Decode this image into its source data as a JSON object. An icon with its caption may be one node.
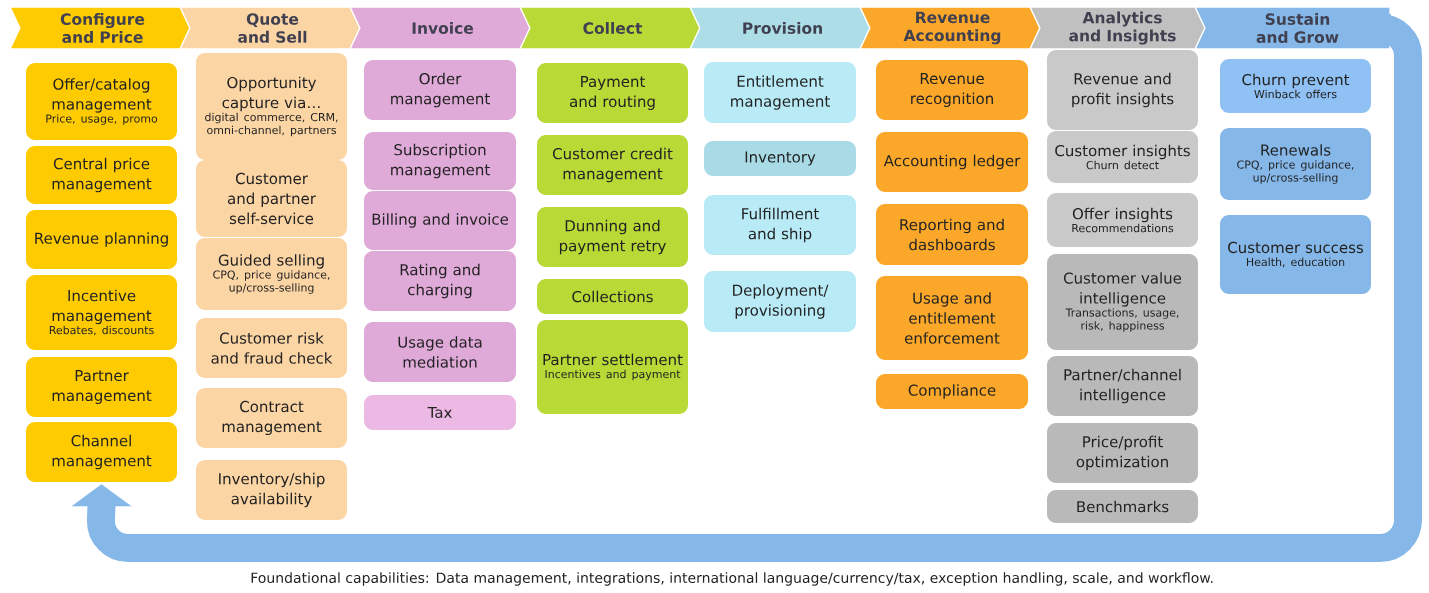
{
  "diagram": {
    "nodes": [
      {
        "text": [
          "Configure and Price"
        ]
      },
      {
        "text": [
          "Quote and Sell"
        ]
      },
      {
        "text": [
          "Invoice"
        ]
      },
      {
        "text": [
          "Collect"
        ]
      },
      {
        "text": [
          "Provision"
        ]
      },
      {
        "text": [
          "Revenue Accounting"
        ]
      },
      {
        "text": [
          "Analytics and Insights"
        ]
      },
      {
        "text": [
          "Sustain and Grow"
        ]
      },
      {
        "text": [
          "Offer/catalog management",
          "Price, usage, promo"
        ]
      },
      {
        "text": [
          "Central price management"
        ]
      },
      {
        "text": [
          "Revenue planning"
        ]
      },
      {
        "text": [
          "Incentive management",
          "Rebates, discounts"
        ]
      },
      {
        "text": [
          "Partner management"
        ]
      },
      {
        "text": [
          "Channel management"
        ]
      },
      {
        "text": [
          "Opportunity capture via…",
          "digital commerce, CRM, omni-channel, partners"
        ]
      },
      {
        "text": [
          "Customer and partner self-service"
        ]
      },
      {
        "text": [
          "Guided selling",
          "CPQ, price guidance, up/cross-selling"
        ]
      },
      {
        "text": [
          "Customer risk and fraud check"
        ]
      },
      {
        "text": [
          "Contract management"
        ]
      },
      {
        "text": [
          "Inventory/ship availability"
        ]
      },
      {
        "text": [
          "Order management"
        ]
      },
      {
        "text": [
          "Subscription management"
        ]
      },
      {
        "text": [
          "Billing and invoice"
        ]
      },
      {
        "text": [
          "Rating and charging"
        ]
      },
      {
        "text": [
          "Usage data mediation"
        ]
      },
      {
        "text": [
          "Tax"
        ]
      },
      {
        "text": [
          "Payment and routing"
        ]
      },
      {
        "text": [
          "Customer credit management"
        ]
      },
      {
        "text": [
          "Dunning and payment retry"
        ]
      },
      {
        "text": [
          "Collections"
        ]
      },
      {
        "text": [
          "Partner settlement",
          "Incentives and payment"
        ]
      },
      {
        "text": [
          "Entitlement management"
        ]
      },
      {
        "text": [
          "Inventory"
        ]
      },
      {
        "text": [
          "Fulfillment and ship"
        ]
      },
      {
        "text": [
          "Deployment/ provisioning"
        ]
      },
      {
        "text": [
          "Revenue recognition"
        ]
      },
      {
        "text": [
          "Accounting ledger"
        ]
      },
      {
        "text": [
          "Reporting and dashboards"
        ]
      },
      {
        "text": [
          "Usage and entitlement enforcement"
        ]
      },
      {
        "text": [
          "Compliance"
        ]
      },
      {
        "text": [
          "Revenue and profit insights"
        ]
      },
      {
        "text": [
          "Customer insights",
          "Churn detect"
        ]
      },
      {
        "text": [
          "Offer insights",
          "Recommendations"
        ]
      },
      {
        "text": [
          "Customer value intelligence",
          "Transactions, usage, risk, happiness"
        ]
      },
      {
        "text": [
          "Partner/channel intelligence"
        ]
      },
      {
        "text": [
          "Price/profit optimization"
        ]
      },
      {
        "text": [
          "Benchmarks"
        ]
      },
      {
        "text": [
          "Churn prevent",
          "Winback offers"
        ]
      },
      {
        "text": [
          "Renewals",
          "CPQ, price guidance, up/cross-selling"
        ]
      },
      {
        "text": [
          "Customer success",
          "Health, education"
        ]
      }
    ],
    "edges": [
      {
        "from": 7,
        "to": 13,
        "arrow": "to"
      }
    ],
    "labels": [
      "Foundational capabilities: Data management, integrations, international language/currency/tax, exception handling, scale, and workflow."
    ]
  }
}
